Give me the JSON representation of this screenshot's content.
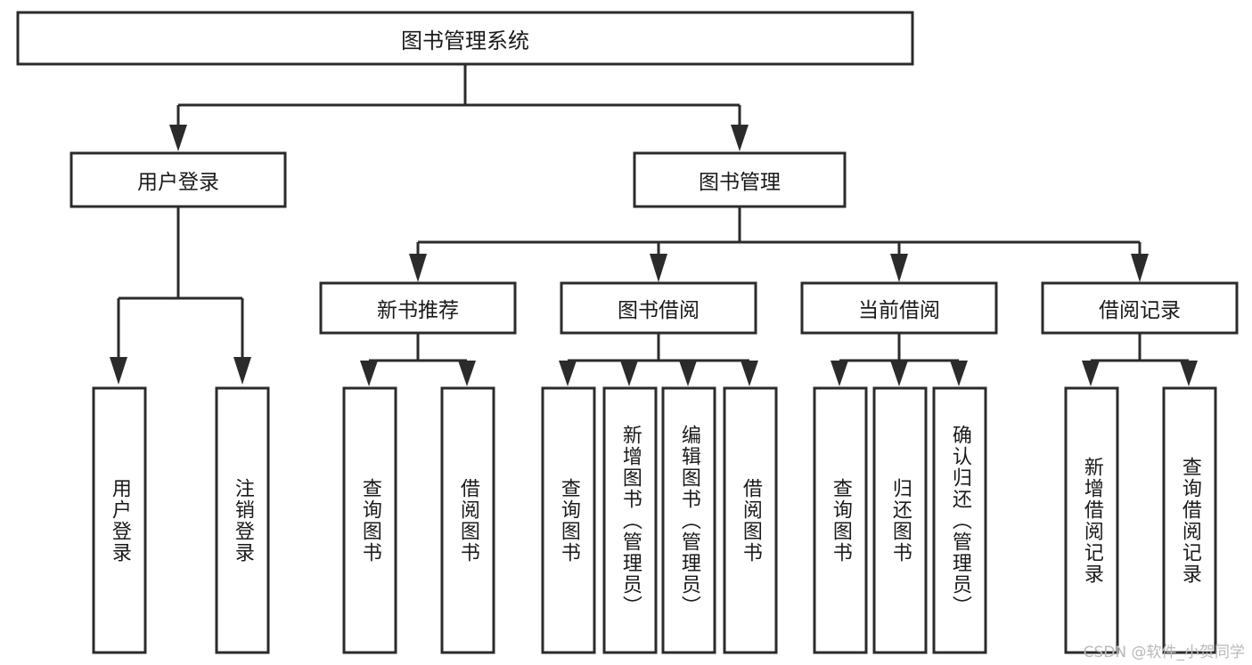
{
  "diagram": {
    "type": "tree",
    "title": "图书管理系统",
    "root": {
      "id": "root",
      "label": "图书管理系统",
      "orientation": "horizontal"
    },
    "level2": [
      {
        "id": "user-login",
        "label": "用户登录",
        "orientation": "horizontal"
      },
      {
        "id": "book-manage",
        "label": "图书管理",
        "orientation": "horizontal"
      }
    ],
    "level3": [
      {
        "id": "new-book-recommend",
        "label": "新书推荐",
        "orientation": "horizontal",
        "parent": "book-manage"
      },
      {
        "id": "book-borrow",
        "label": "图书借阅",
        "orientation": "horizontal",
        "parent": "book-manage"
      },
      {
        "id": "current-borrow",
        "label": "当前借阅",
        "orientation": "horizontal",
        "parent": "book-manage"
      },
      {
        "id": "borrow-record",
        "label": "借阅记录",
        "orientation": "horizontal",
        "parent": "book-manage"
      }
    ],
    "leaves": [
      {
        "id": "leaf-user-login",
        "label": "用户登录",
        "parent": "user-login",
        "orientation": "vertical"
      },
      {
        "id": "leaf-logout-login",
        "label": "注销登录",
        "parent": "user-login",
        "orientation": "vertical"
      },
      {
        "id": "leaf-query-book-1",
        "label": "查询图书",
        "parent": "new-book-recommend",
        "orientation": "vertical"
      },
      {
        "id": "leaf-borrow-book-1",
        "label": "借阅图书",
        "parent": "new-book-recommend",
        "orientation": "vertical"
      },
      {
        "id": "leaf-query-book-2",
        "label": "查询图书",
        "parent": "book-borrow",
        "orientation": "vertical"
      },
      {
        "id": "leaf-add-book",
        "label": "新增图书（管理员）",
        "parent": "book-borrow",
        "orientation": "vertical"
      },
      {
        "id": "leaf-edit-book",
        "label": "编辑图书（管理员）",
        "parent": "book-borrow",
        "orientation": "vertical"
      },
      {
        "id": "leaf-borrow-book-2",
        "label": "借阅图书",
        "parent": "book-borrow",
        "orientation": "vertical"
      },
      {
        "id": "leaf-query-book-3",
        "label": "查询图书",
        "parent": "current-borrow",
        "orientation": "vertical"
      },
      {
        "id": "leaf-return-book",
        "label": "归还图书",
        "parent": "current-borrow",
        "orientation": "vertical"
      },
      {
        "id": "leaf-confirm-return",
        "label": "确认归还（管理员）",
        "parent": "current-borrow",
        "orientation": "vertical"
      },
      {
        "id": "leaf-add-record",
        "label": "新增借阅记录",
        "parent": "borrow-record",
        "orientation": "vertical"
      },
      {
        "id": "leaf-query-record",
        "label": "查询借阅记录",
        "parent": "borrow-record",
        "orientation": "vertical"
      }
    ]
  },
  "watermark": {
    "text": "CSDN @软件_小贺同学"
  },
  "colors": {
    "stroke": "#2b2b2b",
    "fill": "#ffffff",
    "text": "#1a1a1a",
    "watermark": "#b9b9b9",
    "background": "#ffffff"
  }
}
